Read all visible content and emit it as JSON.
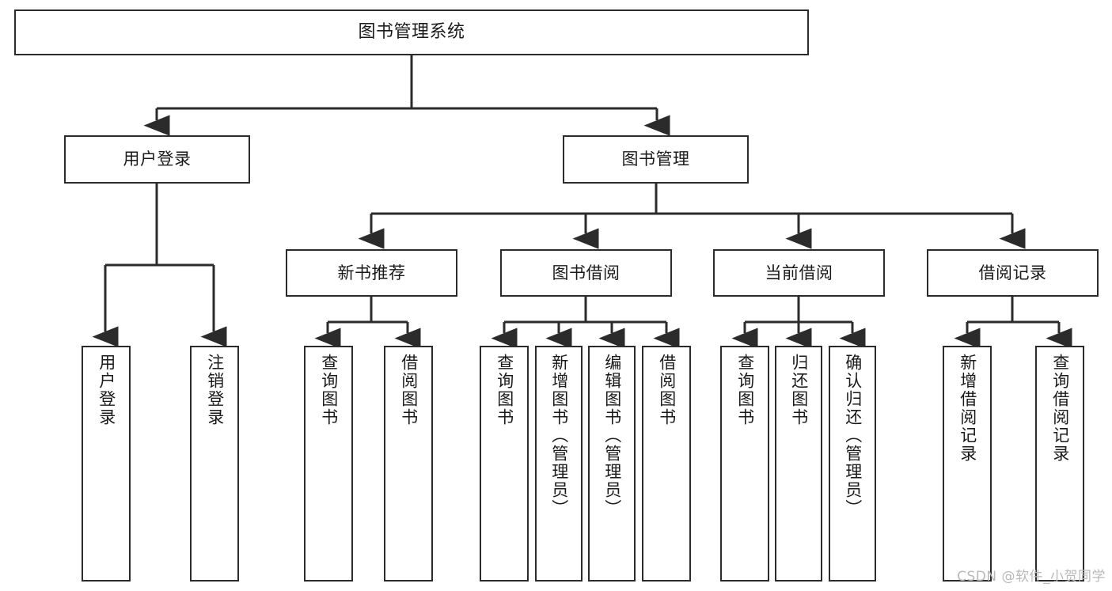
{
  "diagram": {
    "type": "tree",
    "title": "图书管理系统",
    "watermark": "CSDN @软件_小贺同学",
    "colors": {
      "stroke": "#2b2b2b",
      "fill": "#ffffff",
      "text": "#1a1a1a",
      "watermark": "#b9b9b9"
    },
    "nodes": {
      "root": {
        "label": "图书管理系统"
      },
      "level2": [
        {
          "id": "user-login",
          "label": "用户登录"
        },
        {
          "id": "book-management",
          "label": "图书管理"
        }
      ],
      "level3": [
        {
          "id": "new-book-recommend",
          "label": "新书推荐"
        },
        {
          "id": "book-borrow",
          "label": "图书借阅"
        },
        {
          "id": "current-borrow",
          "label": "当前借阅"
        },
        {
          "id": "borrow-record",
          "label": "借阅记录"
        }
      ],
      "leaves": {
        "user_login": [
          {
            "id": "leaf-user-login",
            "label": "用户登录"
          },
          {
            "id": "leaf-logout",
            "label": "注销登录"
          }
        ],
        "new_book_recommend": [
          {
            "id": "leaf-query-book-1",
            "label": "查询图书"
          },
          {
            "id": "leaf-borrow-book-1",
            "label": "借阅图书"
          }
        ],
        "book_borrow": [
          {
            "id": "leaf-query-book-2",
            "label": "查询图书"
          },
          {
            "id": "leaf-add-book",
            "label": "新增图书（管理员）"
          },
          {
            "id": "leaf-edit-book",
            "label": "编辑图书（管理员）"
          },
          {
            "id": "leaf-borrow-book-2",
            "label": "借阅图书"
          }
        ],
        "current_borrow": [
          {
            "id": "leaf-query-book-3",
            "label": "查询图书"
          },
          {
            "id": "leaf-return-book",
            "label": "归还图书"
          },
          {
            "id": "leaf-confirm-return",
            "label": "确认归还（管理员）"
          }
        ],
        "borrow_record": [
          {
            "id": "leaf-add-record",
            "label": "新增借阅记录"
          },
          {
            "id": "leaf-query-record",
            "label": "查询借阅记录"
          }
        ]
      }
    }
  }
}
